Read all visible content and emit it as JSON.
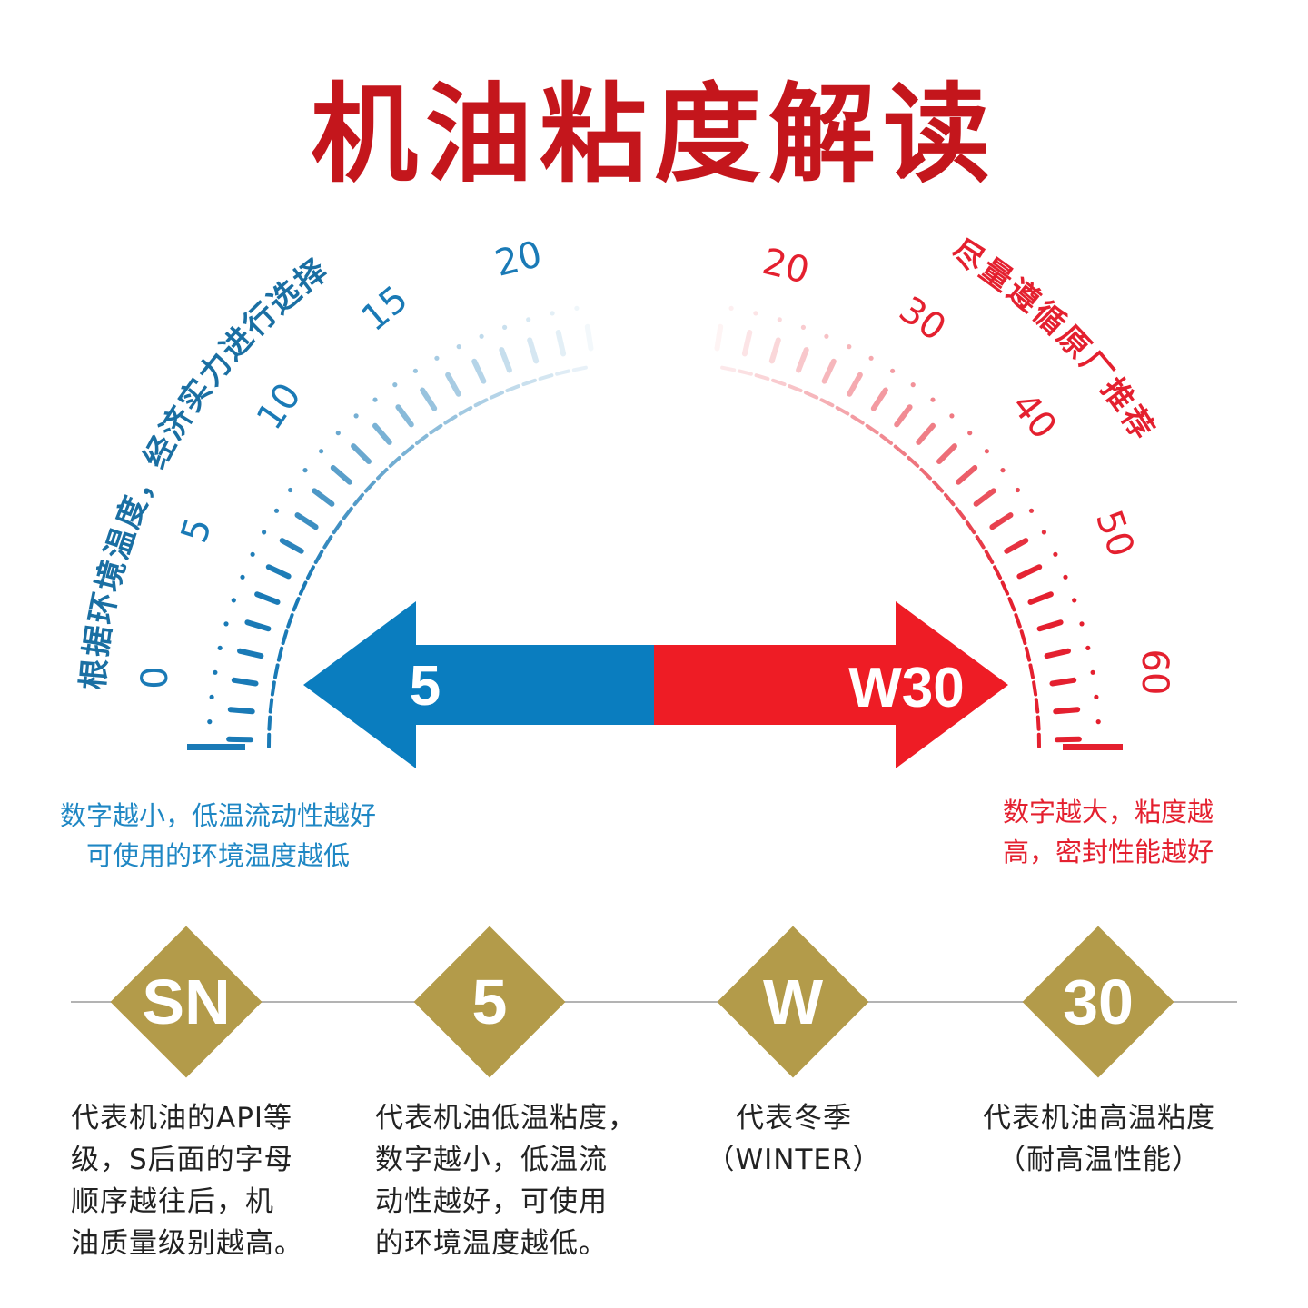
{
  "title": "机油粘度解读",
  "left_scale": {
    "caption": "根据环境温度，经济实力进行选择",
    "ticks": [
      "0",
      "5",
      "10",
      "15",
      "20"
    ],
    "color": "#1a7ab6"
  },
  "right_scale": {
    "caption": "尽量遵循原厂推荐",
    "ticks": [
      "20",
      "30",
      "40",
      "50",
      "60"
    ],
    "color": "#e4202f"
  },
  "arrow": {
    "left_label": "5",
    "right_label": "W30",
    "left_color": "#0a7dbf",
    "right_color": "#ee1c25"
  },
  "notes": {
    "left": "数字越小，低温流动性越好\n可使用的环境温度越低",
    "right": "数字越大，粘度越\n高，密封性能越好"
  },
  "codes": [
    {
      "label": "SN",
      "desc": "代表机油的API等\n级，S后面的字母\n顺序越往后，机\n油质量级别越高。"
    },
    {
      "label": "5",
      "desc": "代表机油低温粘度，\n数字越小，低温流\n动性越好，可使用\n的环境温度越低。"
    },
    {
      "label": "W",
      "desc": "代表冬季\n（WINTER）"
    },
    {
      "label": "30",
      "desc": "代表机油高温粘度\n（耐高温性能）"
    }
  ],
  "colors": {
    "title": "#c4161c",
    "gold": "#b39b4a"
  }
}
